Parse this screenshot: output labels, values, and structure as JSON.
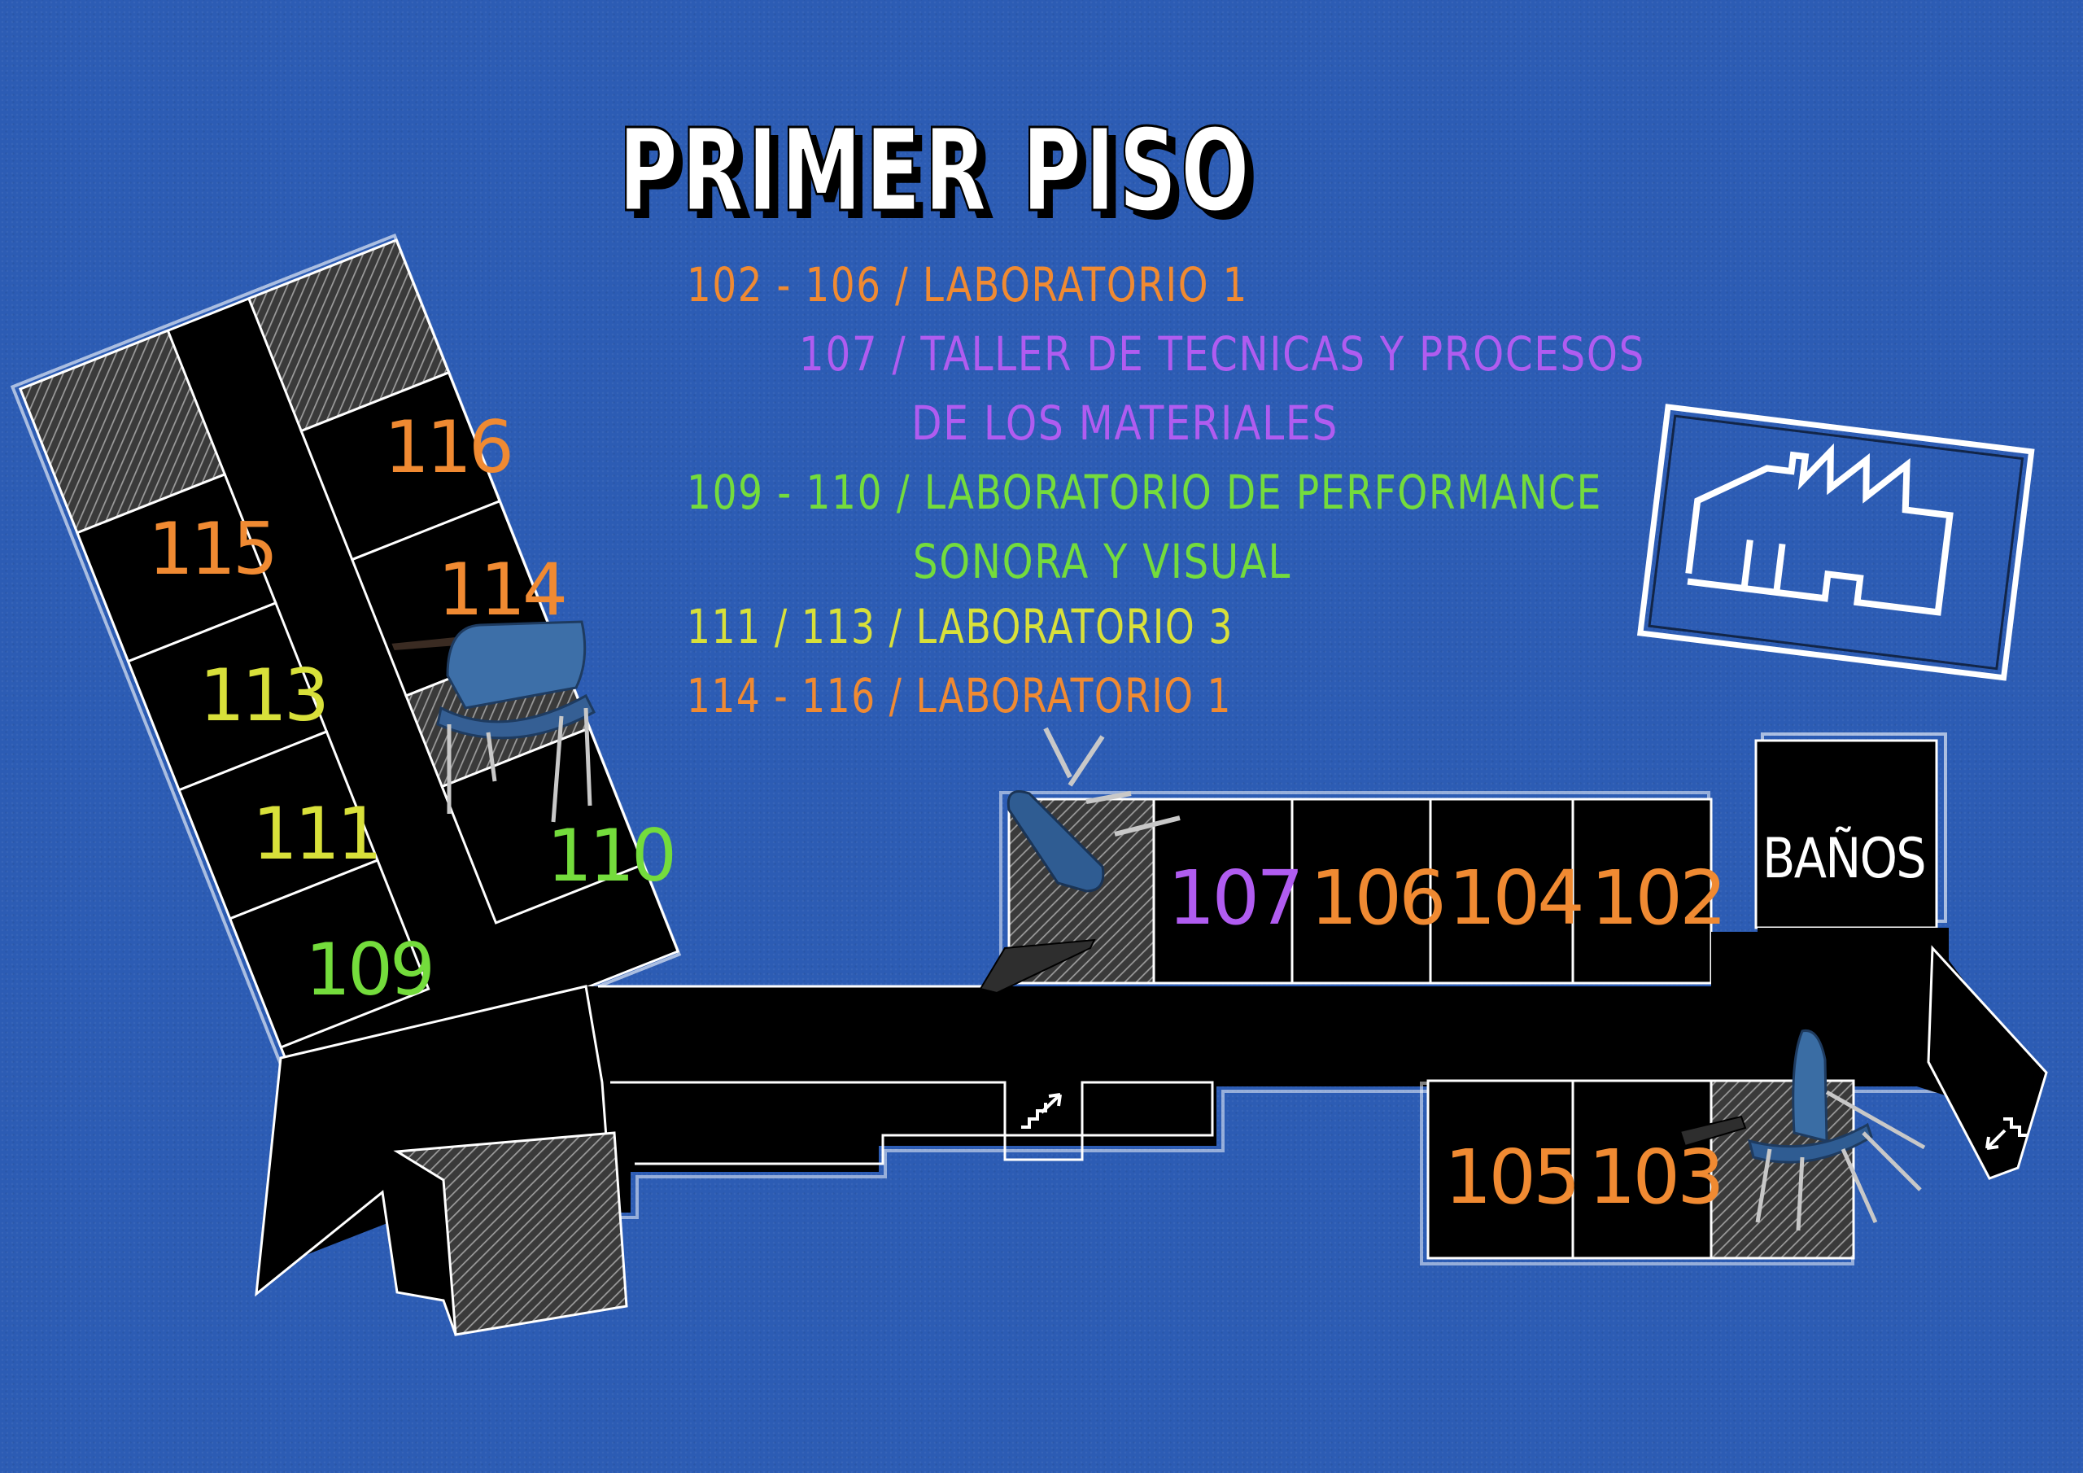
{
  "title": "PRIMER PISO",
  "legend": [
    {
      "id": "lab1-a",
      "text": "102 - 106 / LABORATORIO 1",
      "color": "#f08a32"
    },
    {
      "id": "taller-1",
      "text": "107 / TALLER DE TECNICAS Y PROCESOS",
      "color": "#b05cf0"
    },
    {
      "id": "taller-2",
      "text": "DE LOS MATERIALES",
      "color": "#b05cf0"
    },
    {
      "id": "perf-1",
      "text": "109 - 110 / LABORATORIO DE PERFORMANCE",
      "color": "#74dc3c"
    },
    {
      "id": "perf-2",
      "text": "SONORA Y VISUAL",
      "color": "#74dc3c"
    },
    {
      "id": "lab3",
      "text": "111 / 113  / LABORATORIO 3",
      "color": "#d8e03a"
    },
    {
      "id": "lab1-b",
      "text": "114 - 116  / LABORATORIO 1",
      "color": "#f08a32"
    }
  ],
  "rooms": [
    {
      "id": "room-116",
      "label": "116",
      "color": "#f08a32"
    },
    {
      "id": "room-115",
      "label": "115",
      "color": "#f08a32"
    },
    {
      "id": "room-114",
      "label": "114",
      "color": "#f08a32"
    },
    {
      "id": "room-113",
      "label": "113",
      "color": "#d8e03a"
    },
    {
      "id": "room-111",
      "label": "111",
      "color": "#d8e03a"
    },
    {
      "id": "room-110",
      "label": "110",
      "color": "#74dc3c"
    },
    {
      "id": "room-109",
      "label": "109",
      "color": "#74dc3c"
    },
    {
      "id": "room-107",
      "label": "107",
      "color": "#b05cf0"
    },
    {
      "id": "room-106",
      "label": "106",
      "color": "#f08a32"
    },
    {
      "id": "room-104",
      "label": "104",
      "color": "#f08a32"
    },
    {
      "id": "room-102",
      "label": "102",
      "color": "#f08a32"
    },
    {
      "id": "room-105",
      "label": "105",
      "color": "#f08a32"
    },
    {
      "id": "room-103",
      "label": "103",
      "color": "#f08a32"
    },
    {
      "id": "banos",
      "label": "BAÑOS",
      "color": "#ffffff"
    }
  ],
  "icons": {
    "logo": "building-logo-icon",
    "stairs_up": "stairs-up-icon",
    "stairs_down": "stairs-down-icon",
    "chair": "chair-icon"
  },
  "colors": {
    "background": "#2c5cb4",
    "floor": "#000000",
    "outline": "#ffffff",
    "hatch": "#8a8a8a"
  }
}
